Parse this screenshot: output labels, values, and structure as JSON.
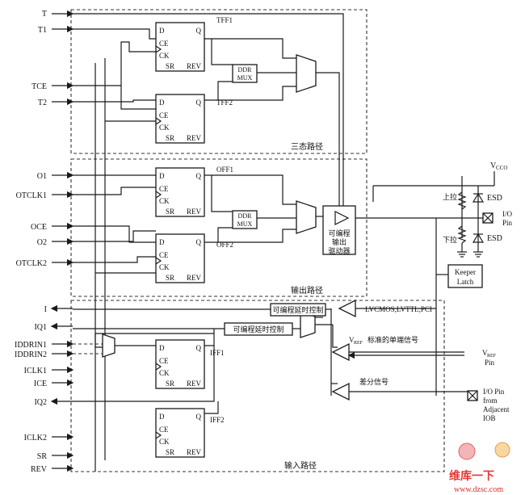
{
  "left_signals": {
    "t": "T",
    "t1": "T1",
    "tce": "TCE",
    "t2": "T2",
    "o1": "O1",
    "otclk1": "OTCLK1",
    "oce": "OCE",
    "o2": "O2",
    "otclk2": "OTCLK2",
    "i": "I",
    "iq1": "IQ1",
    "iddrin1": "IDDRIN1",
    "iddrin2": "IDDRIN2",
    "iclk1": "ICLK1",
    "ice": "ICE",
    "iq2": "IQ2",
    "iclk2": "ICLK2",
    "sr": "SR",
    "rev": "REV"
  },
  "flipflop_pins": {
    "d": "D",
    "q": "Q",
    "ce": "CE",
    "ck": "CK",
    "sr": "SR",
    "rev": "REV"
  },
  "flipflops": {
    "tff1": "TFF1",
    "tff2": "TFF2",
    "off1": "OFF1",
    "off2": "OFF2",
    "iff1": "IFF1",
    "iff2": "IFF2"
  },
  "ddr_mux": {
    "line1": "DDR",
    "line2": "MUX"
  },
  "regions": {
    "tristate": "三态路径",
    "output": "输出路径",
    "input": "输入路径"
  },
  "driver": {
    "line1": "可编程",
    "line2": "输出",
    "line3": "驱动器"
  },
  "vcco": {
    "main": "V",
    "sub": "CCO"
  },
  "pullup": "上拉",
  "pulldown": "下拉",
  "esd": "ESD",
  "io_pin": {
    "line1": "I/O",
    "line2": "Pin"
  },
  "keeper": {
    "line1": "Keeper",
    "line2": "Latch"
  },
  "delay_ctrl": "可编程延时控制",
  "input_std": "LVCMOS,LVTTL,PCI",
  "vref_single": {
    "v": "V",
    "sub": "REF",
    "rest": "标准的单端信号"
  },
  "vref_pin": {
    "v": "V",
    "sub": "REF",
    "line2": "Pin"
  },
  "differential": "差分信号",
  "adjacent_pin": {
    "line1": "I/O Pin",
    "line2": "from",
    "line3": "Adjacent",
    "line4": "IOB"
  },
  "watermark": {
    "brand": "维库一下",
    "url": "www.dzsc.com"
  }
}
